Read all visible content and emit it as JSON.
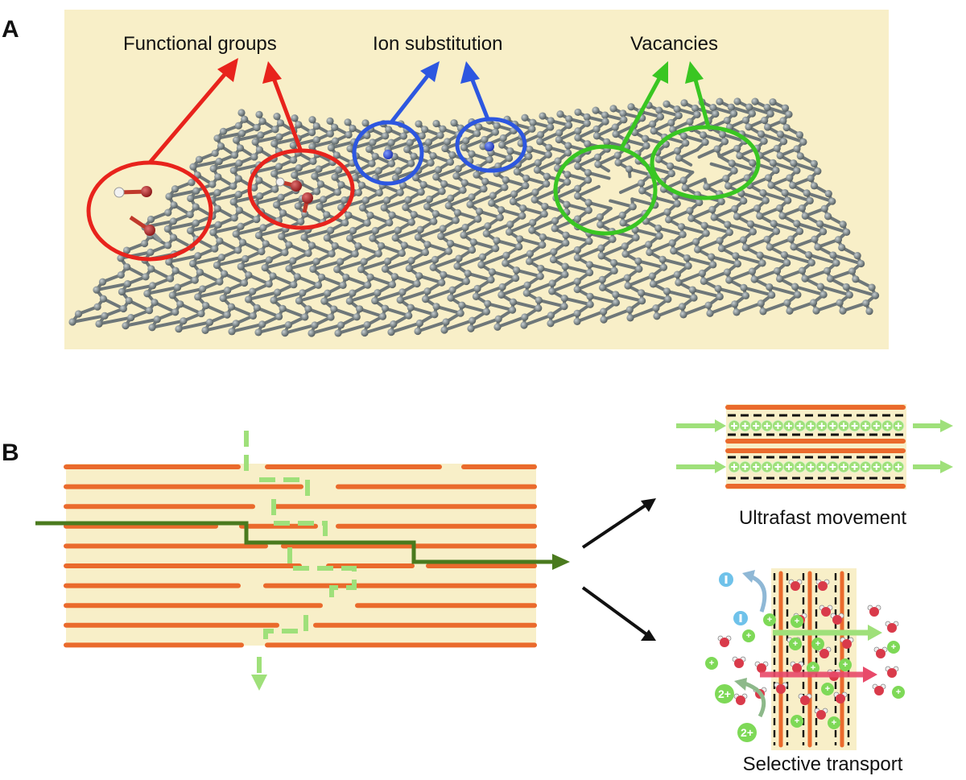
{
  "panel_a": {
    "letter": "A",
    "labels": {
      "functional_groups": "Functional groups",
      "ion_substitution": "Ion substitution",
      "vacancies": "Vacancies"
    }
  },
  "panel_b": {
    "letter": "B",
    "labels": {
      "ultrafast": "Ultrafast movement",
      "selective": "Selective transport"
    },
    "ion_signs": {
      "positive": "+",
      "divalent": "2+"
    }
  },
  "colors": {
    "panel_bg": "#f8efc8",
    "sheet_bond": "#6e7779",
    "sheet_atom": "#8d9698",
    "functional": "#e8231c",
    "ion_sub": "#2d57e0",
    "vacancy": "#39c622",
    "nanosheet": "#ea6a2c",
    "path_dark": "#4a7a1e",
    "path_light": "#9fe07a",
    "cation": "#7ed957",
    "anion": "#6fc2ea",
    "water_o": "#d93a4a"
  }
}
